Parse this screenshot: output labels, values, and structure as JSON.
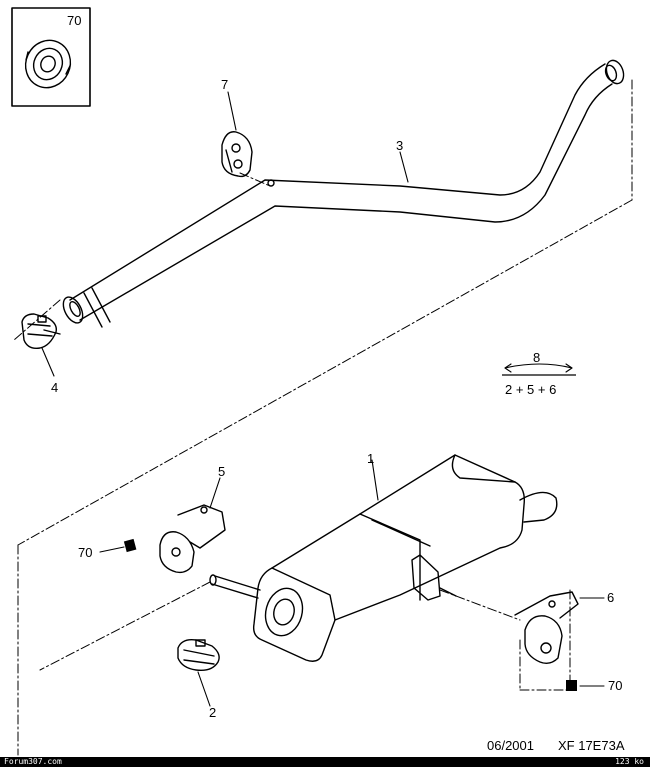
{
  "inset_box": {
    "callout": "70"
  },
  "callouts": {
    "muffler": "1",
    "clamp_bottom": "2",
    "intermediate_pipe": "3",
    "clamp_top": "4",
    "bracket_left": "5",
    "bracket_right": "6",
    "hanger_top": "7",
    "kit_number": "8",
    "kit_contents": "2 + 5 + 6",
    "rubber_left": "70",
    "rubber_right": "70"
  },
  "footer": {
    "date": "06/2001",
    "reference": "XF 17E73A",
    "watermark_left": "Forum307.com",
    "size_right": "123 ko"
  }
}
